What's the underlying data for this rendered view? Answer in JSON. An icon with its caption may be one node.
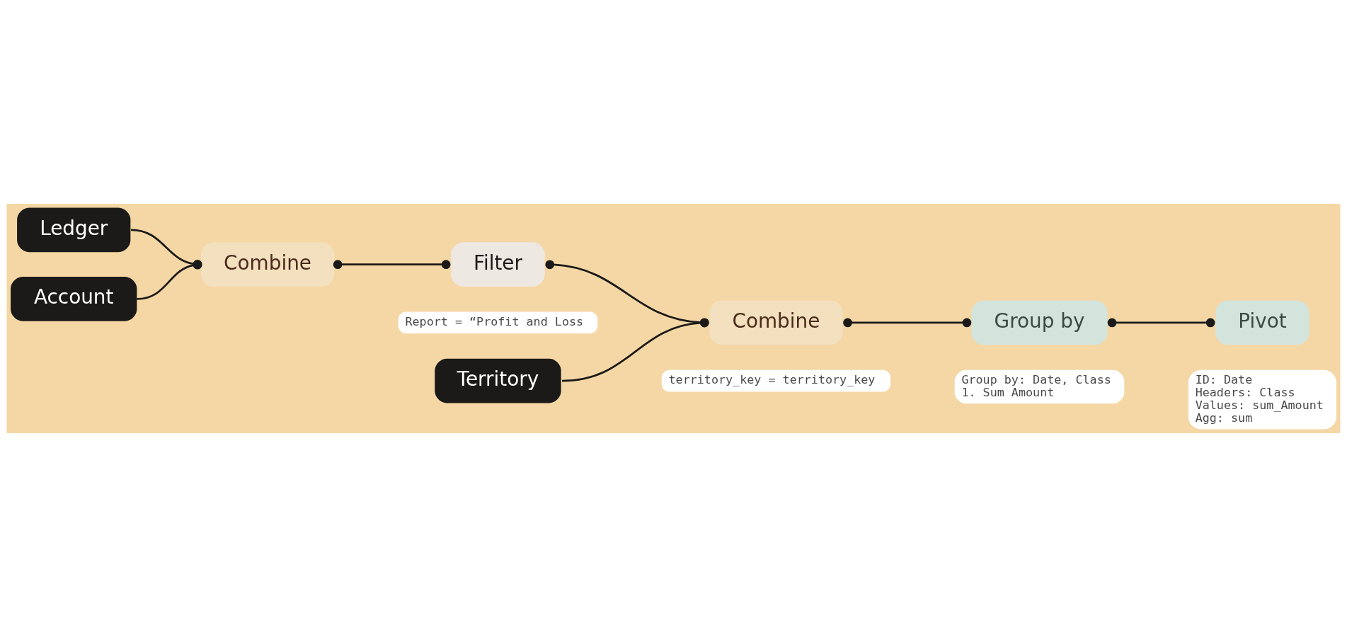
{
  "diagram": {
    "nodes": [
      {
        "text": [
          "Ledger"
        ]
      },
      {
        "text": [
          "Combine"
        ]
      },
      {
        "text": [
          "Filter"
        ],
        "beside": [
          "Report = “Profit and Loss"
        ]
      },
      {
        "text": [
          "Combine"
        ],
        "beside": [
          "territory_key = territory_key"
        ]
      },
      {
        "text": [
          "Group by"
        ],
        "beside": [
          "Group by: Date, Class",
          "1. Sum Amount"
        ]
      },
      {
        "text": [
          "Pivot"
        ],
        "beside": [
          "ID: Date",
          "Headers: Class",
          "Values: sum_Amount",
          "Agg: sum"
        ]
      },
      {
        "text": [
          "Account"
        ]
      },
      {
        "text": [
          "Territory"
        ]
      }
    ],
    "edges": [
      {
        "from": 0,
        "to": 1,
        "arrow": "other"
      },
      {
        "from": 6,
        "to": 1,
        "arrow": "other"
      },
      {
        "from": 1,
        "to": 2,
        "arrow": "other"
      },
      {
        "from": 2,
        "to": 3,
        "arrow": "other"
      },
      {
        "from": 7,
        "to": 3,
        "arrow": "other"
      },
      {
        "from": 3,
        "to": 4,
        "arrow": "other"
      },
      {
        "from": 4,
        "to": 5,
        "arrow": "other"
      }
    ]
  }
}
